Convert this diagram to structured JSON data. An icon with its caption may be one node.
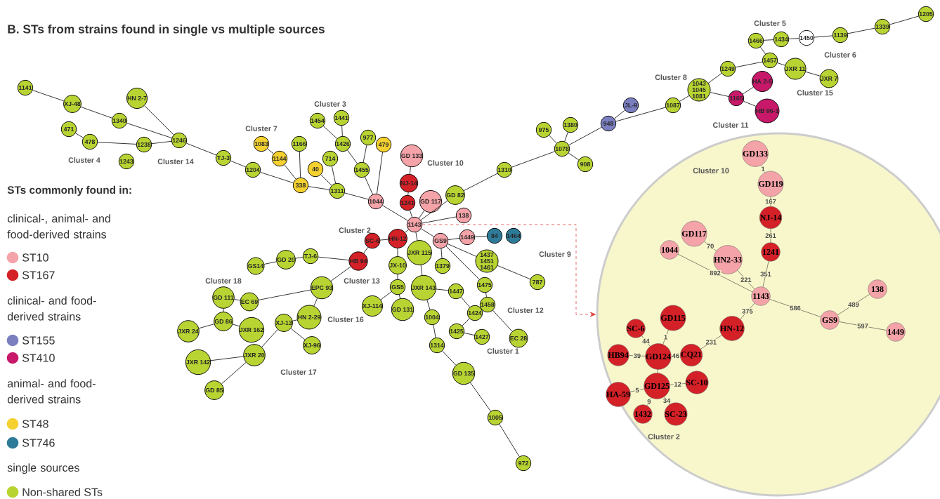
{
  "diagram": {
    "title": "B. STs from strains found in single vs multiple sources",
    "nodes": [
      {
        "text": [
          "1141"
        ]
      },
      {
        "text": [
          "XJ-48"
        ]
      },
      {
        "text": [
          "HN 2-7"
        ]
      },
      {
        "text": [
          "1340"
        ]
      },
      {
        "text": [
          "471"
        ]
      },
      {
        "text": [
          "478"
        ]
      },
      {
        "text": [
          "1238"
        ]
      },
      {
        "text": [
          "1243"
        ]
      },
      {
        "text": [
          "1246"
        ]
      },
      {
        "text": [
          "TJ-3"
        ]
      },
      {
        "text": [
          "1204"
        ]
      },
      {
        "text": [
          "1083"
        ]
      },
      {
        "text": [
          "1144"
        ]
      },
      {
        "text": [
          "1166"
        ]
      },
      {
        "text": [
          "714"
        ]
      },
      {
        "text": [
          "40"
        ]
      },
      {
        "text": [
          "338"
        ]
      },
      {
        "text": [
          "1311"
        ]
      },
      {
        "text": [
          "1454"
        ]
      },
      {
        "text": [
          "1441"
        ]
      },
      {
        "text": [
          "1426"
        ]
      },
      {
        "text": [
          "977"
        ]
      },
      {
        "text": [
          "1455"
        ]
      },
      {
        "text": [
          "479"
        ]
      },
      {
        "text": [
          "1044"
        ]
      },
      {
        "text": [
          "GD 133"
        ]
      },
      {
        "text": [
          "NJ-14"
        ]
      },
      {
        "text": [
          "1241"
        ]
      },
      {
        "text": [
          "GD 117"
        ]
      },
      {
        "text": [
          "1143"
        ]
      },
      {
        "text": [
          "GD 82"
        ]
      },
      {
        "text": [
          "138"
        ]
      },
      {
        "text": [
          "GS9"
        ]
      },
      {
        "text": [
          "1449"
        ]
      },
      {
        "text": [
          "84"
        ]
      },
      {
        "text": [
          "1464"
        ]
      },
      {
        "text": [
          "1310"
        ]
      },
      {
        "text": [
          "975"
        ]
      },
      {
        "text": [
          "1380"
        ]
      },
      {
        "text": [
          "1078"
        ]
      },
      {
        "text": [
          "908"
        ]
      },
      {
        "text": [
          "948"
        ]
      },
      {
        "text": [
          "JL-9"
        ]
      },
      {
        "text": [
          "1087"
        ]
      },
      {
        "text": [
          "1043",
          "1045",
          "1081"
        ]
      },
      {
        "text": [
          "1165"
        ]
      },
      {
        "text": [
          "HA 2-5"
        ]
      },
      {
        "text": [
          "HB 96-1"
        ]
      },
      {
        "text": [
          "1249"
        ]
      },
      {
        "text": [
          "1466"
        ]
      },
      {
        "text": [
          "1434"
        ]
      },
      {
        "text": [
          "1450"
        ]
      },
      {
        "text": [
          "1457"
        ]
      },
      {
        "text": [
          "JXR 11"
        ]
      },
      {
        "text": [
          "JXR 7"
        ]
      },
      {
        "text": [
          "1139"
        ]
      },
      {
        "text": [
          "1339"
        ]
      },
      {
        "text": [
          "1205"
        ]
      },
      {
        "text": [
          "SC-6"
        ]
      },
      {
        "text": [
          "HB 94"
        ]
      },
      {
        "text": [
          "HN-12"
        ]
      },
      {
        "text": [
          "JXR 115"
        ]
      },
      {
        "text": [
          "JXR 143"
        ]
      },
      {
        "text": [
          "JX-10"
        ]
      },
      {
        "text": [
          "GS5"
        ]
      },
      {
        "text": [
          "XJ-114"
        ]
      },
      {
        "text": [
          "GD 131"
        ]
      },
      {
        "text": [
          "1004"
        ]
      },
      {
        "text": [
          "1447"
        ]
      },
      {
        "text": [
          "1424"
        ]
      },
      {
        "text": [
          "1425"
        ]
      },
      {
        "text": [
          "1427"
        ]
      },
      {
        "text": [
          "1314"
        ]
      },
      {
        "text": [
          "GD 135"
        ]
      },
      {
        "text": [
          "1005"
        ]
      },
      {
        "text": [
          "972"
        ]
      },
      {
        "text": [
          "1379"
        ]
      },
      {
        "text": [
          "1437",
          "1451",
          "1461"
        ]
      },
      {
        "text": [
          "787"
        ]
      },
      {
        "text": [
          "1475"
        ]
      },
      {
        "text": [
          "1458"
        ]
      },
      {
        "text": [
          "EC 28"
        ]
      },
      {
        "text": [
          "TJ-6"
        ]
      },
      {
        "text": [
          "GD 20"
        ]
      },
      {
        "text": [
          "GS14"
        ]
      },
      {
        "text": [
          "EPC 93"
        ]
      },
      {
        "text": [
          "HN 2-29"
        ]
      },
      {
        "text": [
          "XJ-13"
        ]
      },
      {
        "text": [
          "XJ-96"
        ]
      },
      {
        "text": [
          "GD 111"
        ]
      },
      {
        "text": [
          "EC 69"
        ]
      },
      {
        "text": [
          "GD 86"
        ]
      },
      {
        "text": [
          "JXR 162"
        ]
      },
      {
        "text": [
          "JXR 24"
        ]
      },
      {
        "text": [
          "JXR 20"
        ]
      },
      {
        "text": [
          "JXR 142"
        ]
      },
      {
        "text": [
          "GD 85"
        ]
      },
      {
        "text": [],
        "shape": "circle"
      },
      {
        "text": [
          "GD133"
        ],
        "in": 97
      },
      {
        "text": [
          "GD119"
        ],
        "in": 97
      },
      {
        "text": [
          "NJ-14"
        ],
        "in": 97
      },
      {
        "text": [
          "1241"
        ],
        "in": 97
      },
      {
        "text": [
          "1044"
        ],
        "in": 97
      },
      {
        "text": [
          "GD117"
        ],
        "in": 97
      },
      {
        "text": [
          "HN2-33"
        ],
        "in": 97
      },
      {
        "text": [
          "1143"
        ],
        "in": 97
      },
      {
        "text": [
          "138"
        ],
        "in": 97
      },
      {
        "text": [
          "GS9"
        ],
        "in": 97
      },
      {
        "text": [
          "1449"
        ],
        "in": 97
      },
      {
        "text": [
          "HN-12"
        ],
        "in": 97
      },
      {
        "text": [
          "CQ21"
        ],
        "in": 97
      },
      {
        "text": [
          "GD115"
        ],
        "in": 97
      },
      {
        "text": [
          "SC-6"
        ],
        "in": 97
      },
      {
        "text": [
          "HB94"
        ],
        "in": 97
      },
      {
        "text": [
          "GD124"
        ],
        "in": 97
      },
      {
        "text": [
          "GD125"
        ],
        "in": 97
      },
      {
        "text": [
          "HA-59"
        ],
        "in": 97
      },
      {
        "text": [
          "SC-10"
        ],
        "in": 97
      },
      {
        "text": [
          "1432"
        ],
        "in": 97
      },
      {
        "text": [
          "SC-23"
        ],
        "in": 97
      }
    ],
    "edges": [
      {
        "from": 0,
        "to": 1,
        "arrow": "none"
      },
      {
        "from": 1,
        "to": 3,
        "arrow": "none"
      },
      {
        "from": 3,
        "to": 8,
        "arrow": "none"
      },
      {
        "from": 2,
        "to": 8,
        "arrow": "none"
      },
      {
        "from": 4,
        "to": 5,
        "arrow": "none"
      },
      {
        "from": 5,
        "to": 6,
        "arrow": "none"
      },
      {
        "from": 6,
        "to": 8,
        "arrow": "none"
      },
      {
        "from": 8,
        "to": 9,
        "arrow": "none"
      },
      {
        "from": 9,
        "to": 10,
        "arrow": "none"
      },
      {
        "from": 10,
        "to": 16,
        "arrow": "none"
      },
      {
        "from": 11,
        "to": 12,
        "arrow": "none"
      },
      {
        "from": 12,
        "to": 16,
        "arrow": "none"
      },
      {
        "from": 13,
        "to": 16,
        "arrow": "none"
      },
      {
        "from": 14,
        "to": 17,
        "arrow": "none"
      },
      {
        "from": 15,
        "to": 17,
        "arrow": "none"
      },
      {
        "from": 16,
        "to": 17,
        "arrow": "none"
      },
      {
        "from": 17,
        "to": 24,
        "arrow": "none"
      },
      {
        "from": 24,
        "to": 29,
        "arrow": "none"
      },
      {
        "from": 18,
        "to": 20,
        "arrow": "none"
      },
      {
        "from": 19,
        "to": 20,
        "arrow": "none"
      },
      {
        "from": 20,
        "to": 22,
        "arrow": "none"
      },
      {
        "from": 21,
        "to": 22,
        "arrow": "none"
      },
      {
        "from": 22,
        "to": 24,
        "arrow": "none"
      },
      {
        "from": 23,
        "to": 24,
        "arrow": "none"
      },
      {
        "from": 25,
        "to": 26,
        "arrow": "none"
      },
      {
        "from": 26,
        "to": 27,
        "arrow": "none"
      },
      {
        "from": 27,
        "to": 29,
        "arrow": "none"
      },
      {
        "from": 28,
        "to": 29,
        "arrow": "none"
      },
      {
        "from": 29,
        "to": 30,
        "arrow": "none"
      },
      {
        "from": 30,
        "to": 36,
        "arrow": "none"
      },
      {
        "from": 36,
        "to": 39,
        "arrow": "none"
      },
      {
        "from": 37,
        "to": 39,
        "arrow": "none"
      },
      {
        "from": 38,
        "to": 39,
        "arrow": "none"
      },
      {
        "from": 39,
        "to": 40,
        "arrow": "none"
      },
      {
        "from": 39,
        "to": 41,
        "arrow": "none"
      },
      {
        "from": 41,
        "to": 42,
        "arrow": "none"
      },
      {
        "from": 41,
        "to": 43,
        "arrow": "none"
      },
      {
        "from": 43,
        "to": 44,
        "arrow": "none"
      },
      {
        "from": 44,
        "to": 48,
        "arrow": "none"
      },
      {
        "from": 44,
        "to": 45,
        "arrow": "none"
      },
      {
        "from": 45,
        "to": 46,
        "arrow": "none"
      },
      {
        "from": 45,
        "to": 47,
        "arrow": "none"
      },
      {
        "from": 48,
        "to": 52,
        "arrow": "none"
      },
      {
        "from": 52,
        "to": 49,
        "arrow": "none"
      },
      {
        "from": 49,
        "to": 50,
        "arrow": "none"
      },
      {
        "from": 50,
        "to": 51,
        "arrow": "none"
      },
      {
        "from": 52,
        "to": 53,
        "arrow": "none"
      },
      {
        "from": 53,
        "to": 54,
        "arrow": "none"
      },
      {
        "from": 51,
        "to": 55,
        "arrow": "none"
      },
      {
        "from": 55,
        "to": 56,
        "arrow": "none"
      },
      {
        "from": 56,
        "to": 57,
        "arrow": "none"
      },
      {
        "from": 29,
        "to": 31,
        "arrow": "none"
      },
      {
        "from": 29,
        "to": 32,
        "arrow": "none"
      },
      {
        "from": 32,
        "to": 33,
        "arrow": "none"
      },
      {
        "from": 33,
        "to": 34,
        "arrow": "none"
      },
      {
        "from": 32,
        "to": 76,
        "arrow": "none"
      },
      {
        "from": 32,
        "to": 77,
        "arrow": "none"
      },
      {
        "from": 77,
        "to": 78,
        "arrow": "none"
      },
      {
        "from": 32,
        "to": 79,
        "arrow": "none"
      },
      {
        "from": 79,
        "to": 80,
        "arrow": "none"
      },
      {
        "from": 80,
        "to": 81,
        "arrow": "none"
      },
      {
        "from": 29,
        "to": 60,
        "arrow": "none"
      },
      {
        "from": 60,
        "to": 58,
        "arrow": "none"
      },
      {
        "from": 58,
        "to": 59,
        "arrow": "none"
      },
      {
        "from": 60,
        "to": 63,
        "arrow": "none"
      },
      {
        "from": 29,
        "to": 61,
        "arrow": "none"
      },
      {
        "from": 61,
        "to": 62,
        "arrow": "none"
      },
      {
        "from": 62,
        "to": 67,
        "arrow": "none"
      },
      {
        "from": 62,
        "to": 68,
        "arrow": "none"
      },
      {
        "from": 68,
        "to": 69,
        "arrow": "none"
      },
      {
        "from": 69,
        "to": 70,
        "arrow": "none"
      },
      {
        "from": 70,
        "to": 71,
        "arrow": "none"
      },
      {
        "from": 67,
        "to": 72,
        "arrow": "none"
      },
      {
        "from": 72,
        "to": 73,
        "arrow": "none"
      },
      {
        "from": 73,
        "to": 74,
        "arrow": "none"
      },
      {
        "from": 74,
        "to": 75,
        "arrow": "none"
      },
      {
        "from": 63,
        "to": 64,
        "arrow": "none"
      },
      {
        "from": 64,
        "to": 65,
        "arrow": "none"
      },
      {
        "from": 64,
        "to": 66,
        "arrow": "none"
      },
      {
        "from": 59,
        "to": 82,
        "arrow": "none"
      },
      {
        "from": 82,
        "to": 83,
        "arrow": "none"
      },
      {
        "from": 83,
        "to": 84,
        "arrow": "none"
      },
      {
        "from": 59,
        "to": 85,
        "arrow": "none"
      },
      {
        "from": 85,
        "to": 86,
        "arrow": "none"
      },
      {
        "from": 86,
        "to": 87,
        "arrow": "none"
      },
      {
        "from": 87,
        "to": 88,
        "arrow": "none"
      },
      {
        "from": 85,
        "to": 90,
        "arrow": "none"
      },
      {
        "from": 90,
        "to": 89,
        "arrow": "none"
      },
      {
        "from": 89,
        "to": 91,
        "arrow": "none"
      },
      {
        "from": 91,
        "to": 92,
        "arrow": "none"
      },
      {
        "from": 91,
        "to": 93,
        "arrow": "none"
      },
      {
        "from": 87,
        "to": 94,
        "arrow": "none"
      },
      {
        "from": 94,
        "to": 95,
        "arrow": "none"
      },
      {
        "from": 94,
        "to": 96,
        "arrow": "none"
      },
      {
        "from": 29,
        "to": 97,
        "arrow": "to",
        "style": "dashed",
        "color": "#e0403c"
      },
      {
        "from": 98,
        "to": 99,
        "arrow": "none",
        "label": "1"
      },
      {
        "from": 99,
        "to": 100,
        "arrow": "none",
        "label": "167"
      },
      {
        "from": 100,
        "to": 101,
        "arrow": "none",
        "label": "261"
      },
      {
        "from": 101,
        "to": 105,
        "arrow": "none",
        "label": "351"
      },
      {
        "from": 102,
        "to": 105,
        "arrow": "none",
        "label": "892"
      },
      {
        "from": 103,
        "to": 104,
        "arrow": "none",
        "label": "70"
      },
      {
        "from": 104,
        "to": 105,
        "arrow": "none",
        "label": "221"
      },
      {
        "from": 105,
        "to": 109,
        "arrow": "none",
        "label": "375"
      },
      {
        "from": 105,
        "to": 107,
        "arrow": "none",
        "label": "586"
      },
      {
        "from": 107,
        "to": 106,
        "arrow": "none",
        "label": "489"
      },
      {
        "from": 107,
        "to": 108,
        "arrow": "none",
        "label": "597"
      },
      {
        "from": 109,
        "to": 110,
        "arrow": "none",
        "label": "231"
      },
      {
        "from": 110,
        "to": 114,
        "arrow": "none",
        "label": "46"
      },
      {
        "from": 112,
        "to": 114,
        "arrow": "none",
        "label": "44"
      },
      {
        "from": 111,
        "to": 114,
        "arrow": "none",
        "label": "1"
      },
      {
        "from": 113,
        "to": 114,
        "arrow": "none",
        "label": "39"
      },
      {
        "from": 114,
        "to": 115,
        "arrow": "none"
      },
      {
        "from": 115,
        "to": 117,
        "arrow": "none",
        "label": "12"
      },
      {
        "from": 115,
        "to": 116,
        "arrow": "none",
        "label": "5"
      },
      {
        "from": 115,
        "to": 119,
        "arrow": "none",
        "label": "34"
      },
      {
        "from": 115,
        "to": 118,
        "arrow": "none",
        "label": "9"
      }
    ],
    "labels": [
      "Cluster 5",
      "Cluster 6",
      "Cluster 8",
      "Cluster 15",
      "Cluster 11",
      "Cluster 3",
      "Cluster 7",
      "Cluster 4",
      "Cluster 14",
      "Cluster 10",
      "Cluster 2",
      "Cluster 13",
      "Cluster 9",
      "Cluster 12",
      "Cluster 1",
      "Cluster 18",
      "Cluster 16",
      "Cluster 17",
      "Cluster 10",
      "Cluster 2",
      "STs commonly found in:",
      "clinical-, animal- and food-derived strains",
      "clinical- and food-derived strains",
      "animal- and food-derived strains",
      "single sources"
    ],
    "legend": [
      {
        "text": "ST10",
        "color": "#f4a3a8"
      },
      {
        "text": "ST167",
        "color": "#d42027"
      },
      {
        "text": "ST155",
        "color": "#7b7fc0"
      },
      {
        "text": "ST410",
        "color": "#c8186a"
      },
      {
        "text": "ST48",
        "color": "#f5d130"
      },
      {
        "text": "ST746",
        "color": "#2e7b99"
      },
      {
        "text": "Non-shared STs",
        "color": "#b8d432"
      }
    ]
  }
}
